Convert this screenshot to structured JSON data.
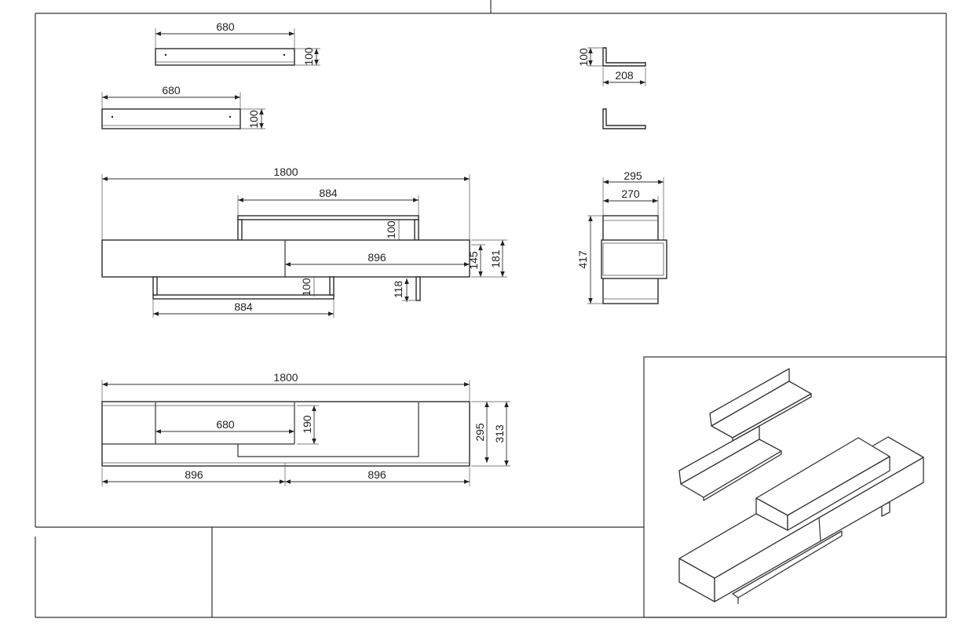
{
  "drawing": {
    "shelf_top_view_1": {
      "width": "680",
      "height": "100"
    },
    "shelf_top_view_2": {
      "width": "680",
      "height": "100"
    },
    "shelf_side_view": {
      "height": "100",
      "depth": "208"
    },
    "front_view": {
      "overall_width": "1800",
      "upper_shelf_width": "884",
      "upper_shelf_height": "100",
      "drawer_width": "896",
      "body_height_inner": "145",
      "body_height": "181",
      "lower_shelf_height": "100",
      "leg_height": "118",
      "lower_shelf_width": "884"
    },
    "side_view": {
      "depth_outer": "295",
      "depth_inner": "270",
      "total_height": "417"
    },
    "top_view": {
      "overall_width": "1800",
      "shelf_width": "680",
      "shelf_depth": "190",
      "depth_inner": "295",
      "depth_outer": "313",
      "left_module": "896",
      "right_module": "896"
    }
  }
}
